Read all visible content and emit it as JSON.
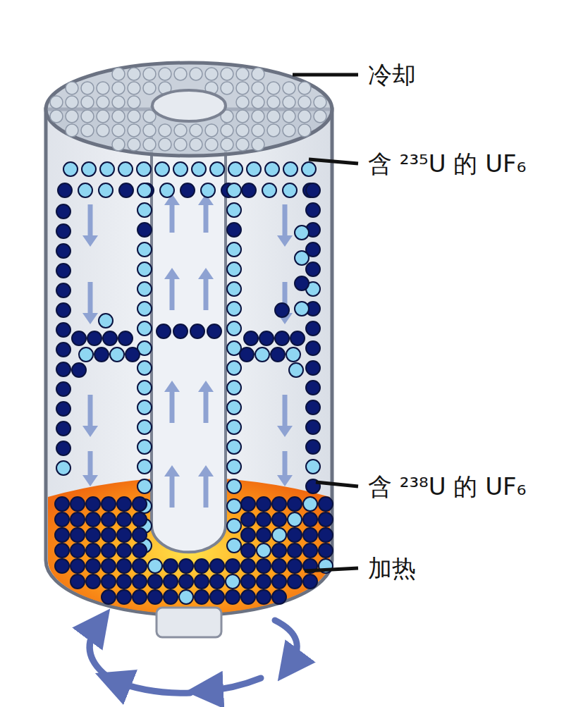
{
  "diagram": {
    "labels": [
      "冷却",
      "含 ²³⁵U 的 UF₆",
      "含 ²³⁸U 的 UF₆",
      "加热"
    ]
  }
}
